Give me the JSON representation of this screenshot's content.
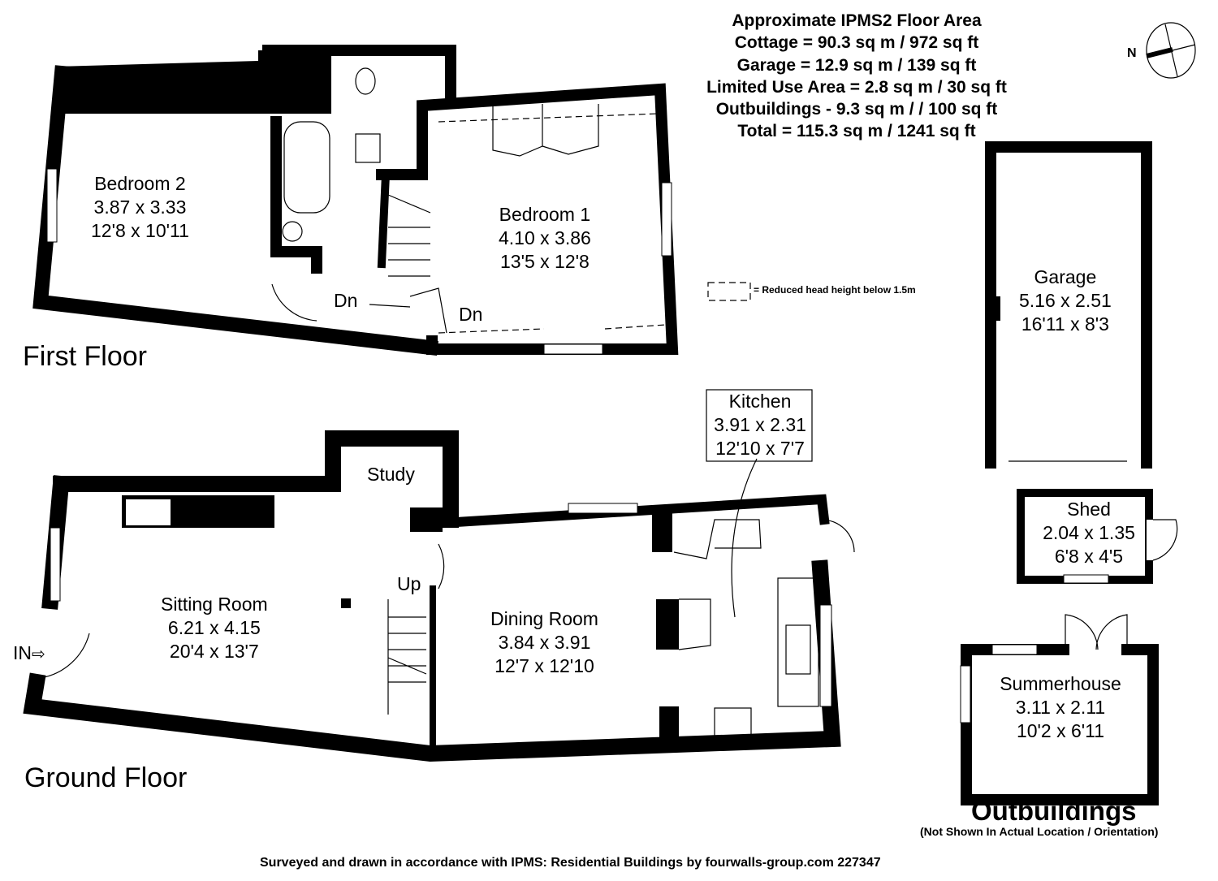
{
  "areas": {
    "title": "Approximate IPMS2 Floor Area",
    "lines": [
      "Cottage = 90.3 sq m / 972 sq ft",
      "Garage = 12.9 sq m / 139 sq ft",
      "Limited Use Area = 2.8 sq m / 30 sq ft",
      "Outbuildings - 9.3 sq m / / 100 sq ft",
      "Total = 115.3 sq m / 1241 sq ft"
    ]
  },
  "compass": {
    "label": "N"
  },
  "legend": {
    "text": "= Reduced head height below 1.5m"
  },
  "first_floor": {
    "label": "First Floor",
    "bedroom2": {
      "name": "Bedroom 2",
      "metric": "3.87 x 3.33",
      "imperial": "12'8 x 10'11"
    },
    "bedroom1": {
      "name": "Bedroom 1",
      "metric": "4.10 x 3.86",
      "imperial": "13'5 x 12'8"
    },
    "dn1": "Dn",
    "dn2": "Dn"
  },
  "ground_floor": {
    "label": "Ground Floor",
    "study": "Study",
    "sitting": {
      "name": "Sitting Room",
      "metric": "6.21 x 4.15",
      "imperial": "20'4 x 13'7"
    },
    "dining": {
      "name": "Dining Room",
      "metric": "3.84 x 3.91",
      "imperial": "12'7 x 12'10"
    },
    "kitchen": {
      "name": "Kitchen",
      "metric": "3.91 x 2.31",
      "imperial": "12'10 x 7'7"
    },
    "up": "Up",
    "entrance": "IN"
  },
  "outbuildings": {
    "label": "Outbuildings",
    "note": "(Not Shown In Actual Location / Orientation)",
    "garage": {
      "name": "Garage",
      "metric": "5.16 x 2.51",
      "imperial": "16'11 x 8'3"
    },
    "shed": {
      "name": "Shed",
      "metric": "2.04 x 1.35",
      "imperial": "6'8 x 4'5"
    },
    "summerhouse": {
      "name": "Summerhouse",
      "metric": "3.11 x 2.11",
      "imperial": "10'2 x 6'11"
    }
  },
  "footer": "Surveyed and drawn in accordance with IPMS: Residential Buildings by fourwalls-group.com 227347"
}
